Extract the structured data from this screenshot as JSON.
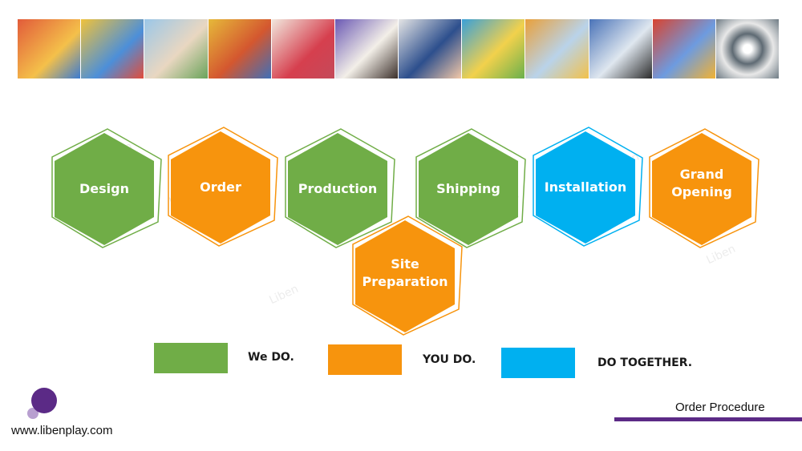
{
  "colors": {
    "green": "#70ad47",
    "orange": "#f7940d",
    "blue": "#00b0f0",
    "footer_bar": "#5b2a86",
    "logo_dark": "#5b2a86",
    "logo_light": "#b89fd0"
  },
  "steps": [
    {
      "label": "Design",
      "color": "green"
    },
    {
      "label": "Order",
      "color": "orange"
    },
    {
      "label": "Production",
      "color": "green"
    },
    {
      "label": "Shipping",
      "color": "green"
    },
    {
      "label": "Installation",
      "color": "blue"
    },
    {
      "label": "Grand\nOpening",
      "color": "orange"
    },
    {
      "label": "Site\nPreparation",
      "color": "orange"
    }
  ],
  "legend": [
    {
      "label": "We DO.",
      "color": "green"
    },
    {
      "label": "YOU DO.",
      "color": "orange"
    },
    {
      "label": "DO TOGETHER.",
      "color": "blue"
    }
  ],
  "watermark": "Liben",
  "footer": {
    "website": "www.libenplay.com",
    "section_title": "Order Procedure"
  }
}
